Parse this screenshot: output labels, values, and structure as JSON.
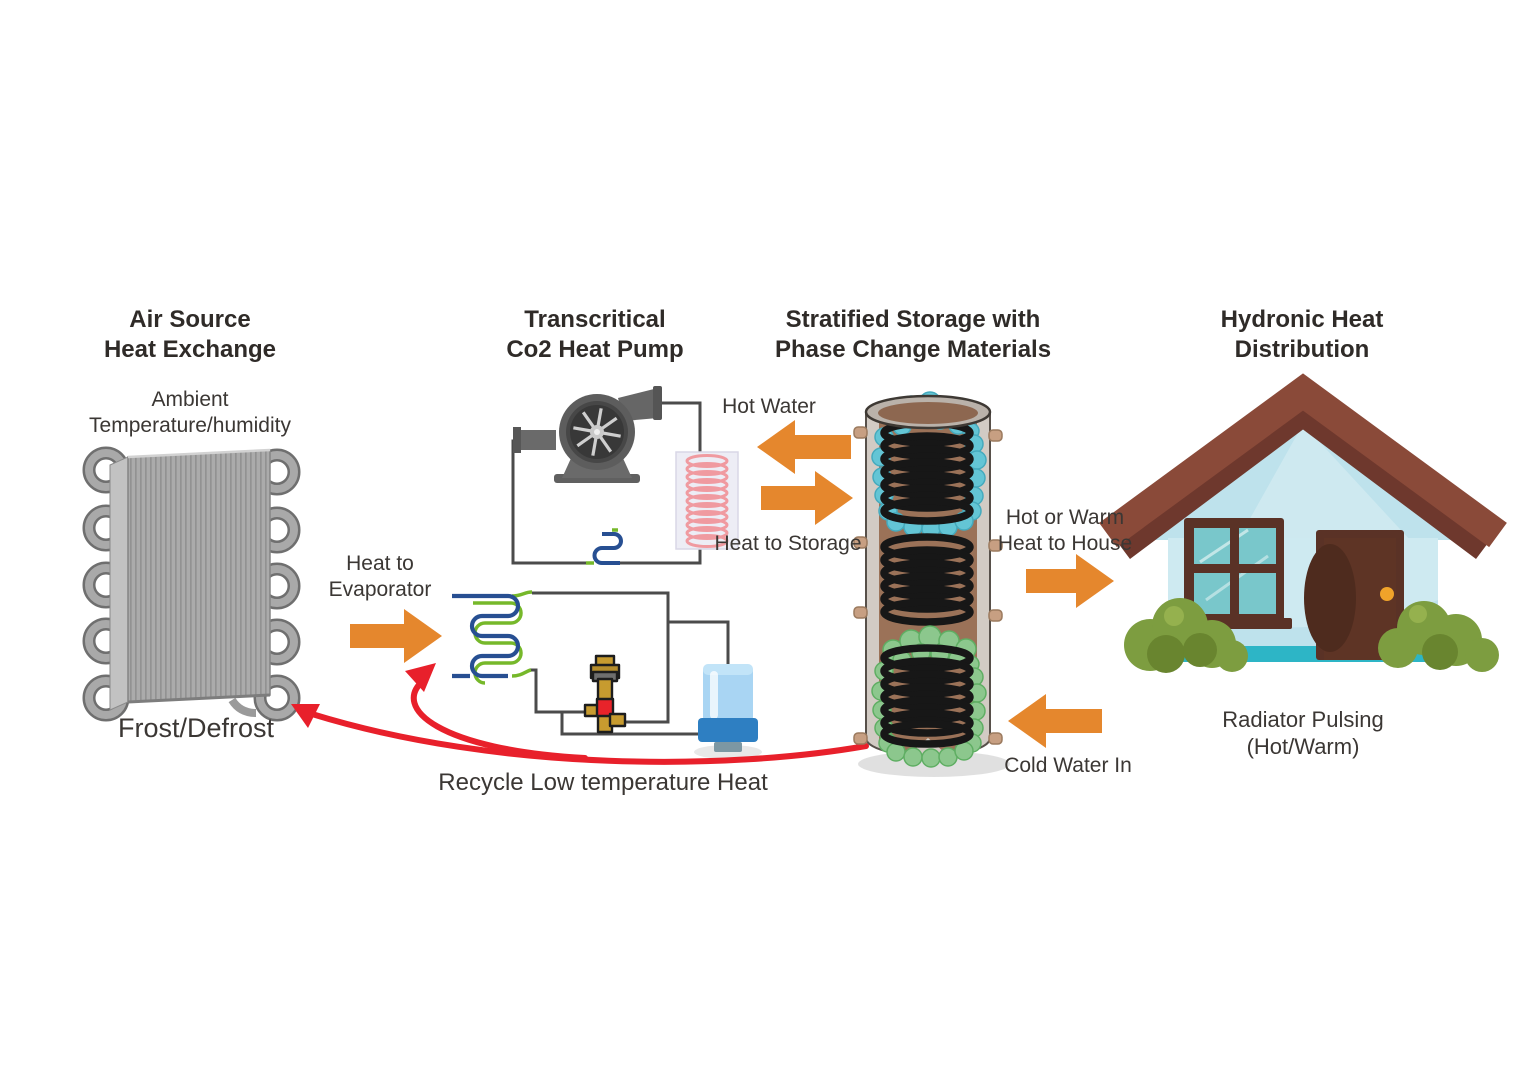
{
  "colors": {
    "arrow_orange": "#e5872d",
    "recycle_red": "#e8202b",
    "pipe_gray": "#4b4b4b",
    "coil_black": "#171717",
    "pcm_cyan": "#63c5d5",
    "pcm_green": "#8cc78d",
    "tank_brown": "#9b7258",
    "roof_brown": "#8a4a39",
    "wall_blue": "#bee2ec"
  },
  "sections": {
    "air_source": {
      "title": "Air Source\nHeat Exchange",
      "ambient_label": "Ambient\nTemperature/humidity",
      "frost_label": "Frost/Defrost"
    },
    "heat_pump": {
      "title": "Transcritical\nCo2 Heat Pump",
      "heat_to_evaporator_label": "Heat to\nEvaporator"
    },
    "storage": {
      "title": "Stratified Storage with\nPhase Change Materials",
      "hot_water_label": "Hot Water",
      "heat_to_storage_label": "Heat to Storage",
      "cold_water_in_label": "Cold Water In",
      "hot_or_warm_label": "Hot or Warm\nHeat to House"
    },
    "distribution": {
      "title": "Hydronic Heat\nDistribution",
      "radiator_label": "Radiator Pulsing (Hot/Warm)"
    },
    "recycle_label": "Recycle Low temperature Heat"
  },
  "icons": {
    "air-heat-exchanger-icon": "gray finned coil block with u-bend tubes",
    "compressor-icon": "dark centrifugal fan compressor",
    "gas-cooler-icon": "pink coil in light panel",
    "internal-heat-exchanger-icon": "small blue-green serpentine",
    "evaporator-icon": "blue-green serpentine coil",
    "expansion-valve-icon": "brass valve with red body",
    "receiver-icon": "blue cylinder tank",
    "storage-tank-icon": "stratified cylinder with three black coils and PCM balls",
    "house-icon": "house with brown roof, window, door and bushes",
    "arrow-icon": "orange block arrow",
    "recycle-arrow-icon": "red curved arrow"
  }
}
